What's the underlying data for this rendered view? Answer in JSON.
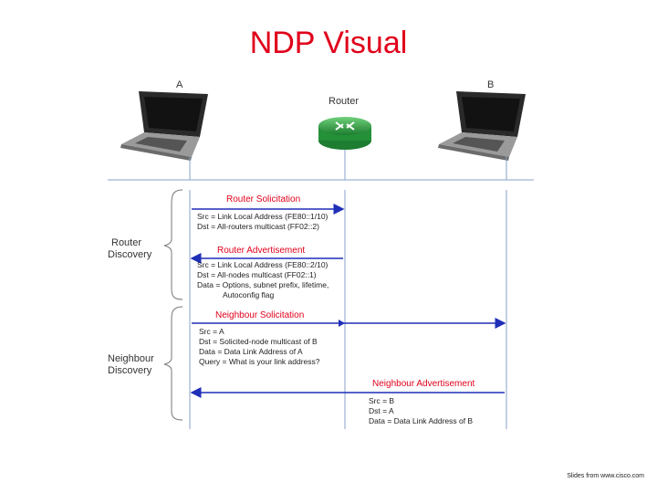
{
  "title": "NDP Visual",
  "footer": "Slides from www.cisco.com",
  "nodes": {
    "host_a": "A",
    "router": "Router",
    "host_b": "B"
  },
  "phases": {
    "router_discovery": [
      "Router",
      "Discovery"
    ],
    "neighbour_discovery": [
      "Neighbour",
      "Discovery"
    ]
  },
  "messages": {
    "router_solicitation": {
      "title": "Router Solicitation",
      "lines": [
        "Src = Link Local Address (FE80::1/10)",
        "Dst = All-routers multicast (FF02::2)"
      ]
    },
    "router_advertisement": {
      "title": "Router Advertisement",
      "lines": [
        "Src = Link Local Address (FE80::2/10)",
        "Dst = All-nodes multicast (FF02::1)",
        "Data = Options, subnet prefix, lifetime,",
        "Autoconfig flag"
      ]
    },
    "neighbour_solicitation": {
      "title": "Neighbour Solicitation",
      "lines": [
        "Src = A",
        "Dst = Solicited-node multicast of B",
        "Data = Data Link Address of A",
        "Query = What is your link address?"
      ]
    },
    "neighbour_advertisement": {
      "title": "Neighbour Advertisement",
      "lines": [
        "Src = B",
        "Dst = A",
        "Data = Data Link Address of B"
      ]
    }
  },
  "colors": {
    "title": "#e0001b",
    "message_title": "#e0001b",
    "arrow": "#1f2fb8",
    "router": "#2a9a3e",
    "lifeline": "#8aa0c8"
  }
}
